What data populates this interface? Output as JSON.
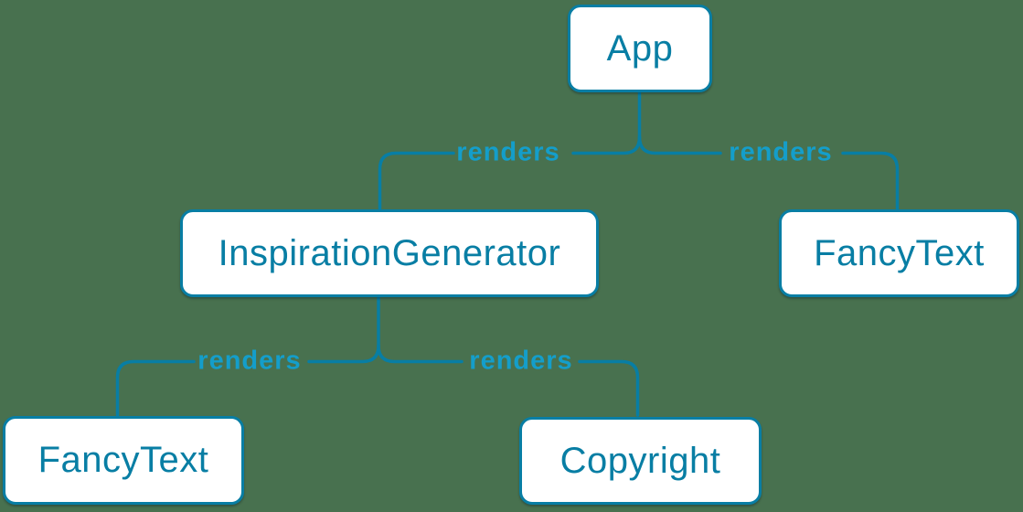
{
  "colors": {
    "background": "#48714f",
    "line": "#087ea4",
    "edge-label": "#149eca",
    "node-bg": "#ffffff",
    "node-text": "#087ea4"
  },
  "nodes": {
    "app": {
      "label": "App"
    },
    "inspirationGenerator": {
      "label": "InspirationGenerator"
    },
    "fancyTextTop": {
      "label": "FancyText"
    },
    "fancyTextBottom": {
      "label": "FancyText"
    },
    "copyright": {
      "label": "Copyright"
    }
  },
  "edges": [
    {
      "from": "App",
      "to": "InspirationGenerator",
      "label": "renders"
    },
    {
      "from": "App",
      "to": "FancyText",
      "label": "renders"
    },
    {
      "from": "InspirationGenerator",
      "to": "FancyText",
      "label": "renders"
    },
    {
      "from": "InspirationGenerator",
      "to": "Copyright",
      "label": "renders"
    }
  ]
}
